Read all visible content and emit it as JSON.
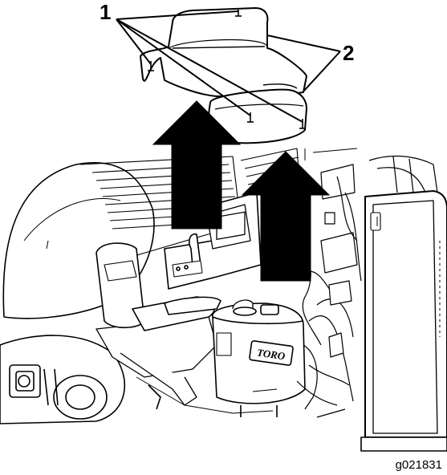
{
  "callouts": {
    "one": "1",
    "two": "2"
  },
  "figure_id": "g021831",
  "brand_text": "TORO",
  "colors": {
    "ink": "#000000",
    "paper": "#ffffff"
  }
}
